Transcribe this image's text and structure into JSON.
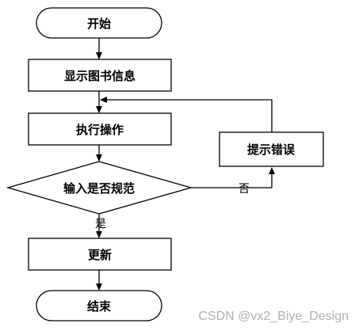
{
  "nodes": {
    "start": "开始",
    "show_info": "显示图书信息",
    "execute": "执行操作",
    "decision": "输入是否规范",
    "prompt_error": "提示错误",
    "update": "更新",
    "end": "结束"
  },
  "edges": {
    "no_label": "否",
    "yes_label": "是"
  },
  "watermark": "CSDN @vx2_Biye_Design"
}
